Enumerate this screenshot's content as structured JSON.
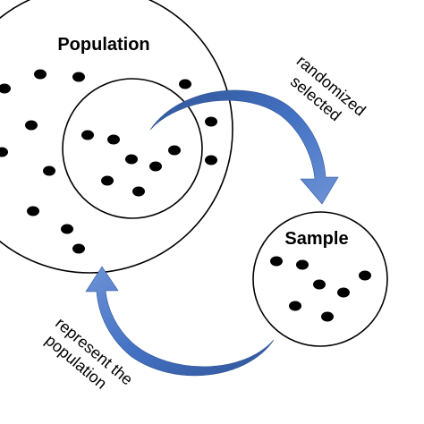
{
  "population": {
    "title": "Population"
  },
  "sample": {
    "title": "Sample"
  },
  "arrows": {
    "to_sample_line1": "randomized",
    "to_sample_line2": "selected",
    "to_population_line1": "represent the",
    "to_population_line2": "population"
  },
  "colors": {
    "arrow_fill": "#4472C4",
    "arrow_dark": "#2F5597",
    "outline": "#000000",
    "dot": "#000000"
  }
}
